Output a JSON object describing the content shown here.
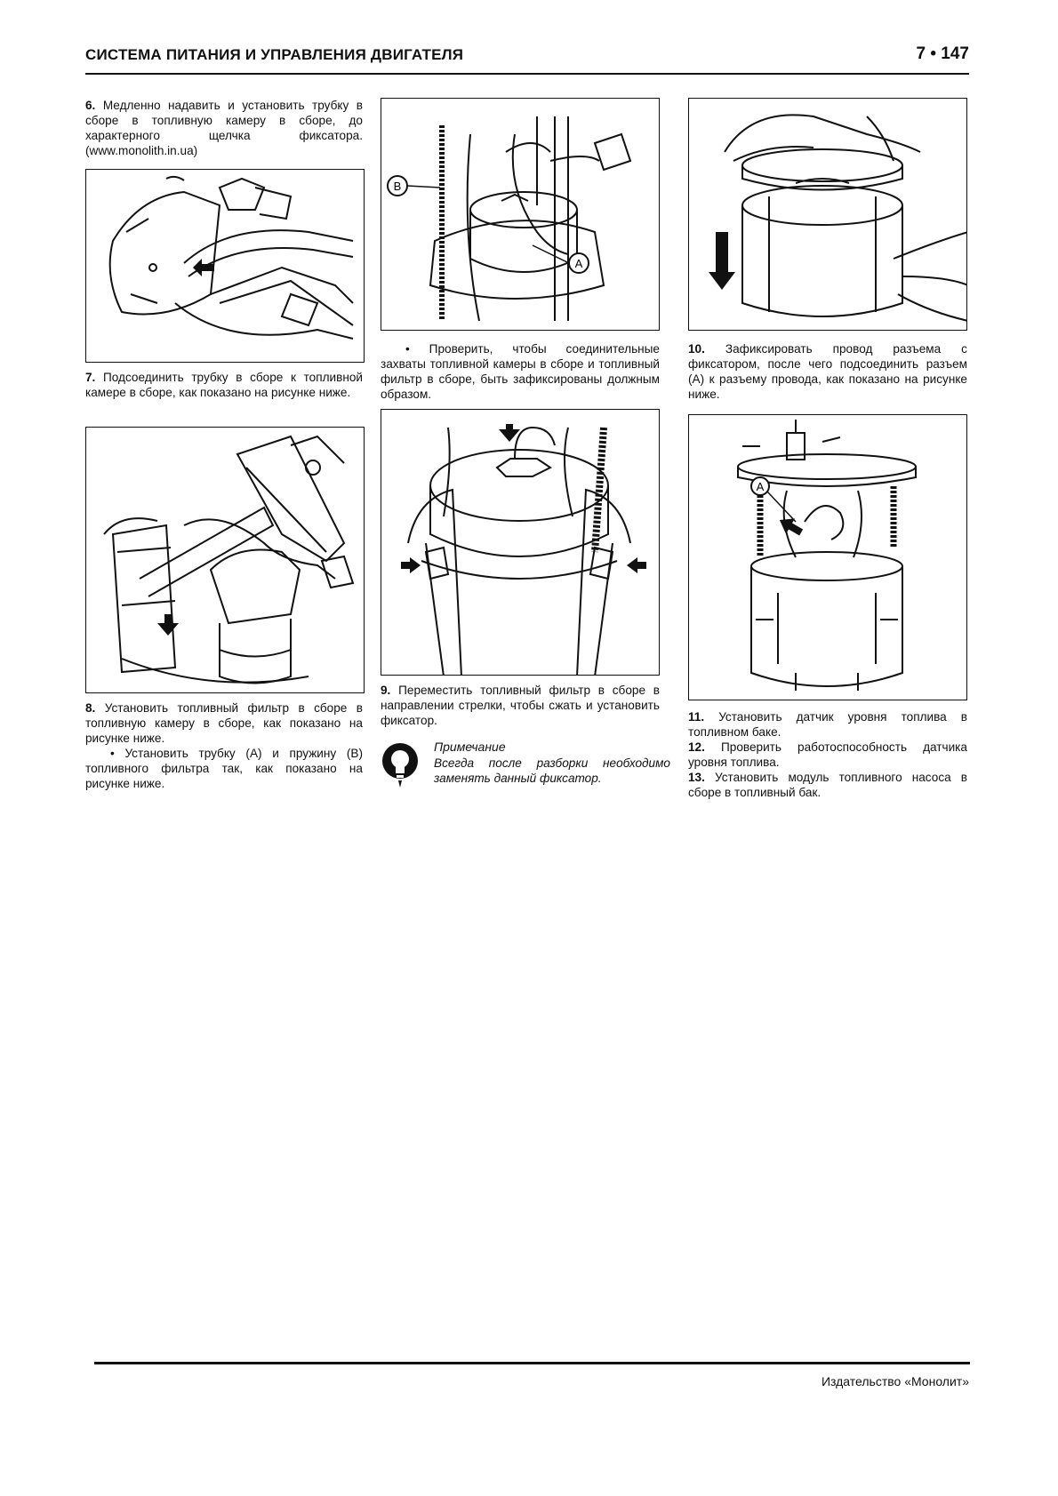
{
  "header": {
    "title": "СИСТЕМА ПИТАНИЯ И УПРАВЛЕНИЯ ДВИГАТЕЛЯ",
    "page": "7 • 147"
  },
  "col1": {
    "step6_num": "6.",
    "step6_text": "Медленно надавить и установить трубку в сборе в топливную камеру в сборе, до характерного щелчка фиксатора. (www.monolith.in.ua)",
    "step7_num": "7.",
    "step7_text": "Подсоединить трубку в сборе к топливной камере в сборе, как показано на рисунке ниже.",
    "step8_num": "8.",
    "step8_text": "Установить топливный фильтр в сборе в топливную камеру в сборе, как показано на рисунке ниже.",
    "step8_bullet": "• Установить трубку (А) и пружину (В) топливного фильтра так, как показано на рисунке ниже."
  },
  "col2": {
    "fig_labels": {
      "b": "B",
      "a": "A"
    },
    "bullet": "• Проверить, чтобы соединительные захваты топливной камеры в сборе и топливный фильтр в сборе, быть зафиксированы должным образом.",
    "step9_num": "9.",
    "step9_text": "Переместить топливный фильтр в сборе в направлении стрелки, чтобы сжать и установить фиксатор.",
    "note_title": "Примечание",
    "note_text": "Всегда после разборки необходимо заменять данный фиксатор."
  },
  "col3": {
    "step10_num": "10.",
    "step10_text": "Зафиксировать провод разъема с фиксатором, после чего подсоединить разъем (А) к разъему провода, как показано на рисунке ниже.",
    "fig_label_a": "A",
    "step11_num": "11.",
    "step11_text": "Установить датчик уровня топлива в топливном баке.",
    "step12_num": "12.",
    "step12_text": "Проверить работоспособность датчика уровня топлива.",
    "step13_num": "13.",
    "step13_text": "Установить модуль топливного насоса в сборе в топливный бак."
  },
  "footer": {
    "publisher": "Издательство «Монолит»"
  }
}
